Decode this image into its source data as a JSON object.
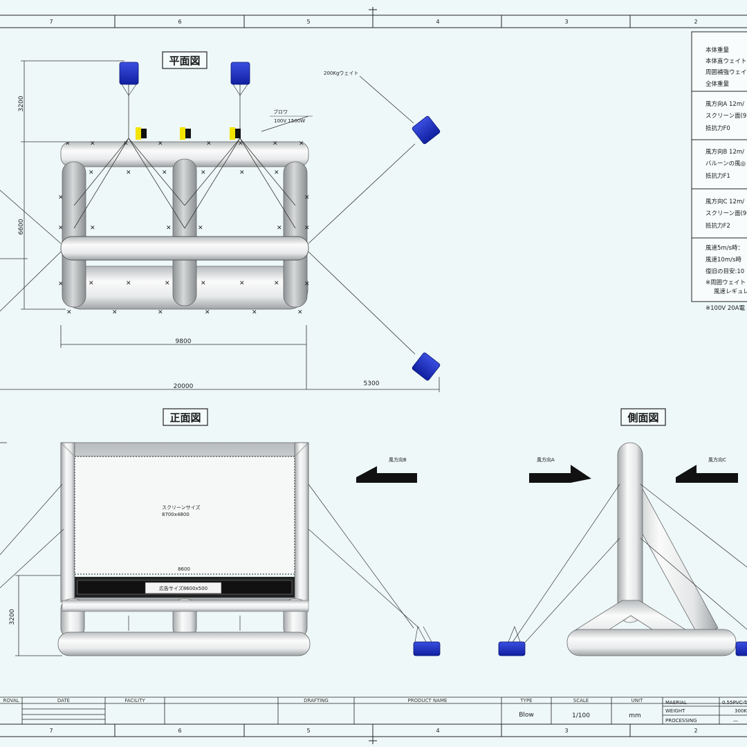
{
  "zones_top": [
    "7",
    "6",
    "5",
    "4",
    "3",
    "2"
  ],
  "zones_bottom": [
    "7",
    "6",
    "5",
    "4",
    "3",
    "2"
  ],
  "views": {
    "plan": "平面図",
    "front": "正面図",
    "side": "側面図"
  },
  "plan": {
    "weight_label": "200Kgウェイト",
    "blower_label": "ブロワ",
    "blower_spec": "100V  1500W",
    "dim_height_top": "3200",
    "dim_height_main": "6600",
    "dim_width_frame": "9800",
    "dim_width_total": "20000",
    "dim_offset": "5300"
  },
  "front": {
    "screen_label": "スクリーンサイズ",
    "screen_size": "8700x4800",
    "width_label": "8600",
    "ad_label": "広告サイズ8600x500",
    "dim_height": "3200",
    "wind_b": "風方向B"
  },
  "side": {
    "wind_a": "風方向A",
    "wind_c": "風方向C"
  },
  "specs": {
    "weights": [
      "本体重量",
      "本体直ウェイト",
      "周囲補強ウェイ",
      "全体重量"
    ],
    "section_a": [
      "風方向A 12m/",
      "スクリーン面(9.",
      "抵抗力F0"
    ],
    "section_b": [
      "風方向B 12m/",
      "バルーンの風◎",
      "抵抗力F1"
    ],
    "section_c": [
      "風方向C 12m/",
      "スクリーン面(9.",
      "抵抗力F2"
    ],
    "notes": [
      "風速5m/s時：",
      "風速10m/s時",
      "復旧の目安:10",
      "※周囲ウェイト",
      "風速レギュレ"
    ],
    "footnote": "※100V  20A電"
  },
  "title_block": {
    "headers": [
      "ROVAL",
      "DATE",
      "FACILITY",
      "DRAFTING",
      "PRODUCT NAME",
      "TYPE",
      "SCALE",
      "UNIT"
    ],
    "type": "Blow",
    "scale": "1/100",
    "unit": "mm",
    "material_label": "MAERIAL",
    "weight_label": "WEIGHT",
    "processing_label": "PROCESSING",
    "material_value": "0.55PVC-Ta",
    "weight_value": "300K",
    "processing_value": "—"
  }
}
